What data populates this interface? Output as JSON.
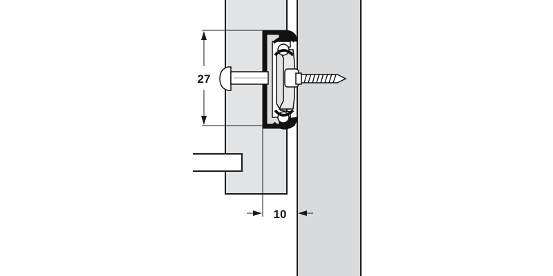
{
  "diagram": {
    "type": "technical-drawing",
    "subject": "ball-bearing drawer runner mounted to cabinet side panel",
    "colors": {
      "background": "#ffffff",
      "panel_fill_left": "#e2e3e4",
      "panel_fill_right": "#d9dadb",
      "outline": "#1a1a1a",
      "runner_dark": "#111111",
      "metal_light": "#dcdcdc"
    },
    "components": {
      "drawer_side_panel": "left panel",
      "cabinet_side_panel": "right panel",
      "drawer_bottom": "horizontal board",
      "runner": "telescopic ball-bearing runner",
      "bolt": "mushroom-head fixing bolt",
      "screw": "wood screw"
    },
    "dimensions": {
      "height": {
        "value": "27",
        "orientation": "vertical"
      },
      "gap": {
        "value": "10",
        "orientation": "horizontal"
      }
    }
  }
}
